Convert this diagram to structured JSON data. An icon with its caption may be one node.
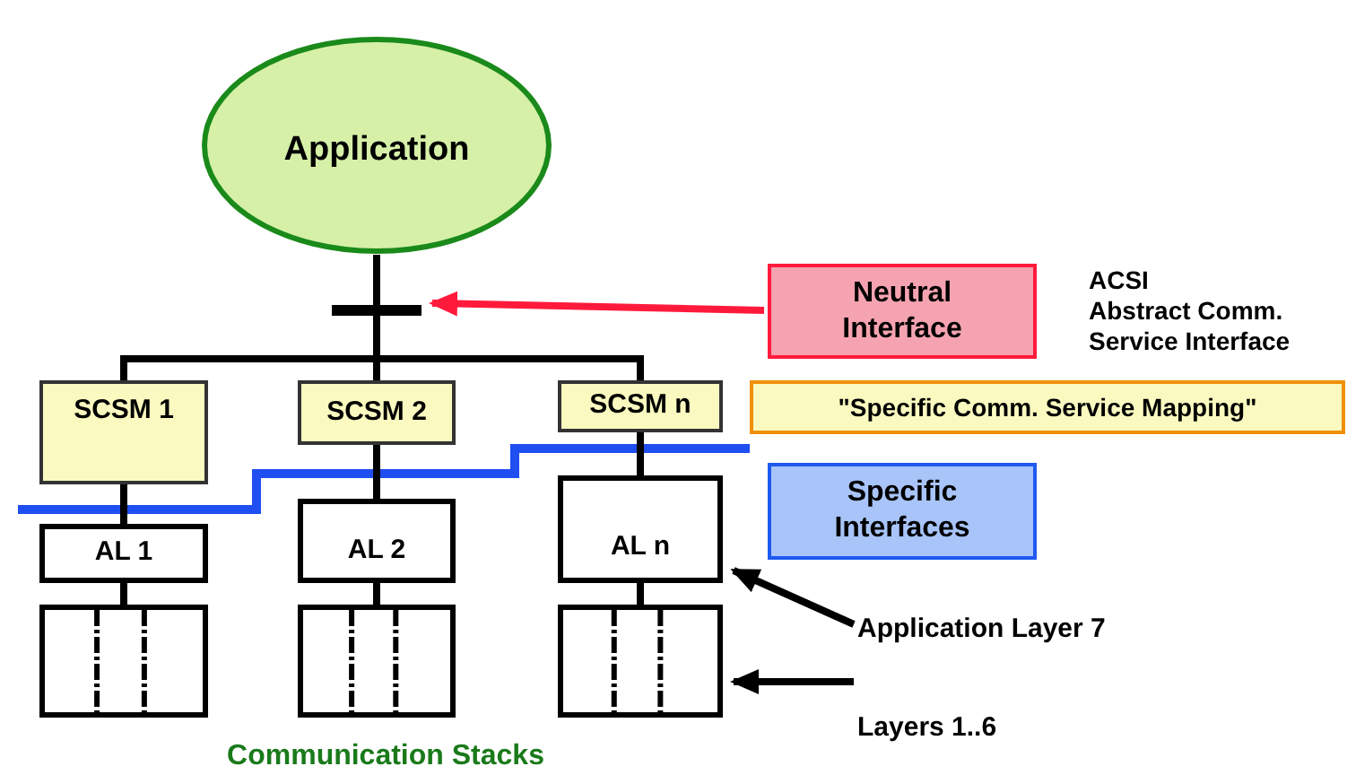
{
  "diagram": {
    "nodes": [
      {
        "text": [
          "Application"
        ]
      },
      {
        "text": [],
        "shape": "bar"
      },
      {
        "text": [
          "SCSM 1"
        ]
      },
      {
        "text": [
          "SCSM 2"
        ]
      },
      {
        "text": [
          "SCSM n"
        ]
      },
      {
        "text": [
          "AL 1"
        ]
      },
      {
        "text": [
          "AL 2"
        ]
      },
      {
        "text": [
          "AL n"
        ]
      },
      {
        "text": [],
        "shape": "box"
      },
      {
        "text": [],
        "shape": "box"
      },
      {
        "text": [],
        "shape": "box"
      },
      {
        "text": [
          "Neutral Interface"
        ]
      },
      {
        "text": [
          "\"Specific Comm. Service Mapping\""
        ]
      },
      {
        "text": [
          "Specific Interfaces"
        ]
      },
      {
        "text": [
          "Application Layer 7"
        ]
      },
      {
        "text": [
          "Layers 1..6"
        ]
      }
    ],
    "edges": [
      {
        "from": 0,
        "to": 1,
        "arrow": "none"
      },
      {
        "from": 1,
        "to": 2,
        "arrow": "none"
      },
      {
        "from": 1,
        "to": 3,
        "arrow": "none"
      },
      {
        "from": 1,
        "to": 4,
        "arrow": "none"
      },
      {
        "from": 11,
        "to": 1,
        "arrow": "to",
        "color": "#ff1a3c"
      },
      {
        "from": 2,
        "to": 5,
        "arrow": "none"
      },
      {
        "from": 3,
        "to": 6,
        "arrow": "none"
      },
      {
        "from": 4,
        "to": 7,
        "arrow": "none"
      },
      {
        "from": 5,
        "to": 8,
        "arrow": "none"
      },
      {
        "from": 6,
        "to": 9,
        "arrow": "none"
      },
      {
        "from": 7,
        "to": 10,
        "arrow": "none"
      },
      {
        "from": 14,
        "to": 7,
        "arrow": "to"
      },
      {
        "from": 15,
        "to": 10,
        "arrow": "to"
      }
    ],
    "labels": [
      "ACSI",
      "Abstract Comm. Service Interface",
      "Communication Stacks"
    ]
  }
}
